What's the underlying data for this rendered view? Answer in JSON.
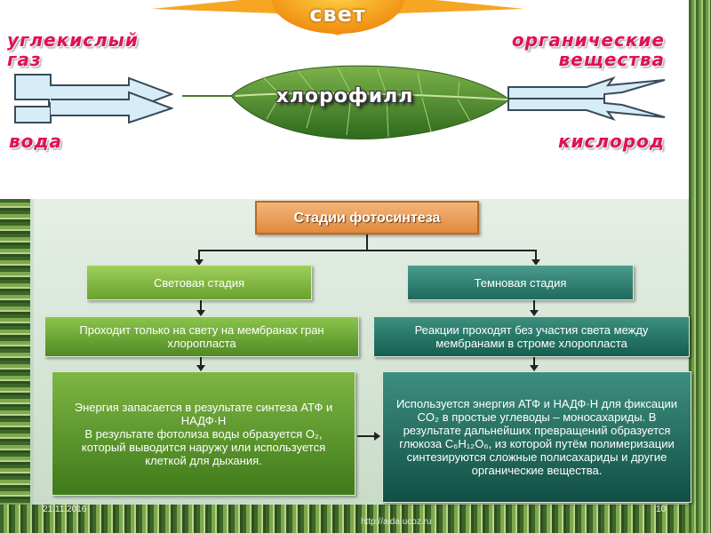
{
  "top": {
    "sun_label": "свет",
    "co2_label": "углекислый\nгаз",
    "organic_label": "органические\nвещества",
    "water_label": "вода",
    "oxygen_label": "кислород",
    "chlorophyll_label": "хлорофилл"
  },
  "diagram": {
    "title": "Стадии фотосинтеза",
    "light_stage": "Световая стадия",
    "dark_stage": "Темновая стадия",
    "light_desc": "Проходит только на свету на мембранах гран хлоропласта",
    "dark_desc": "Реакции проходят без участия света между мембранами в строме хлоропласта",
    "light_detail": "Энергия запасается в результате синтеза АТФ и НАДФ·Н\nВ результате фотолиза воды образуется O₂, который выводится наружу или используется клеткой для дыхания.",
    "dark_detail": "Используется энергия АТФ и НАДФ·Н для фиксации CO₂ в простые углеводы – моносахариды. В результате дальнейших превращений образуется глюкоза C₆H₁₂O₆, из которой путём полимеризации синтезируются сложные полисахариды и другие органические вещества."
  },
  "footer": {
    "date": "21.11.2016",
    "url": "http://aida.ucoz.ru",
    "page": "10"
  },
  "colors": {
    "accent_text": "#e0105a",
    "title_box": "#e08a3e",
    "light_box": "#6aa12e",
    "dark_box": "#1e6a5c"
  }
}
